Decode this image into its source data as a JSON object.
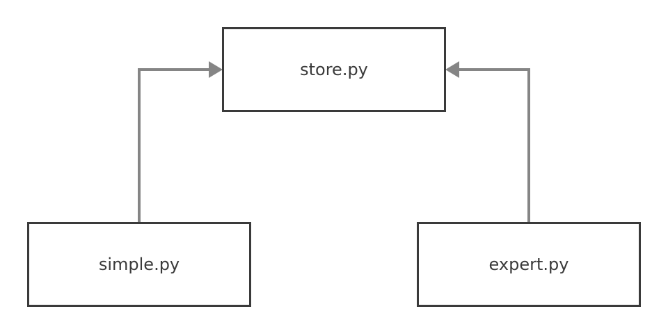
{
  "diagram": {
    "nodes": {
      "store": {
        "label": "store.py"
      },
      "simple": {
        "label": "simple.py"
      },
      "expert": {
        "label": "expert.py"
      }
    },
    "edges": [
      {
        "from": "simple",
        "to": "store"
      },
      {
        "from": "expert",
        "to": "store"
      }
    ],
    "colors": {
      "box_border": "#3a3a3a",
      "text": "#3a3a3a",
      "connector": "#858585",
      "background": "#ffffff"
    }
  }
}
